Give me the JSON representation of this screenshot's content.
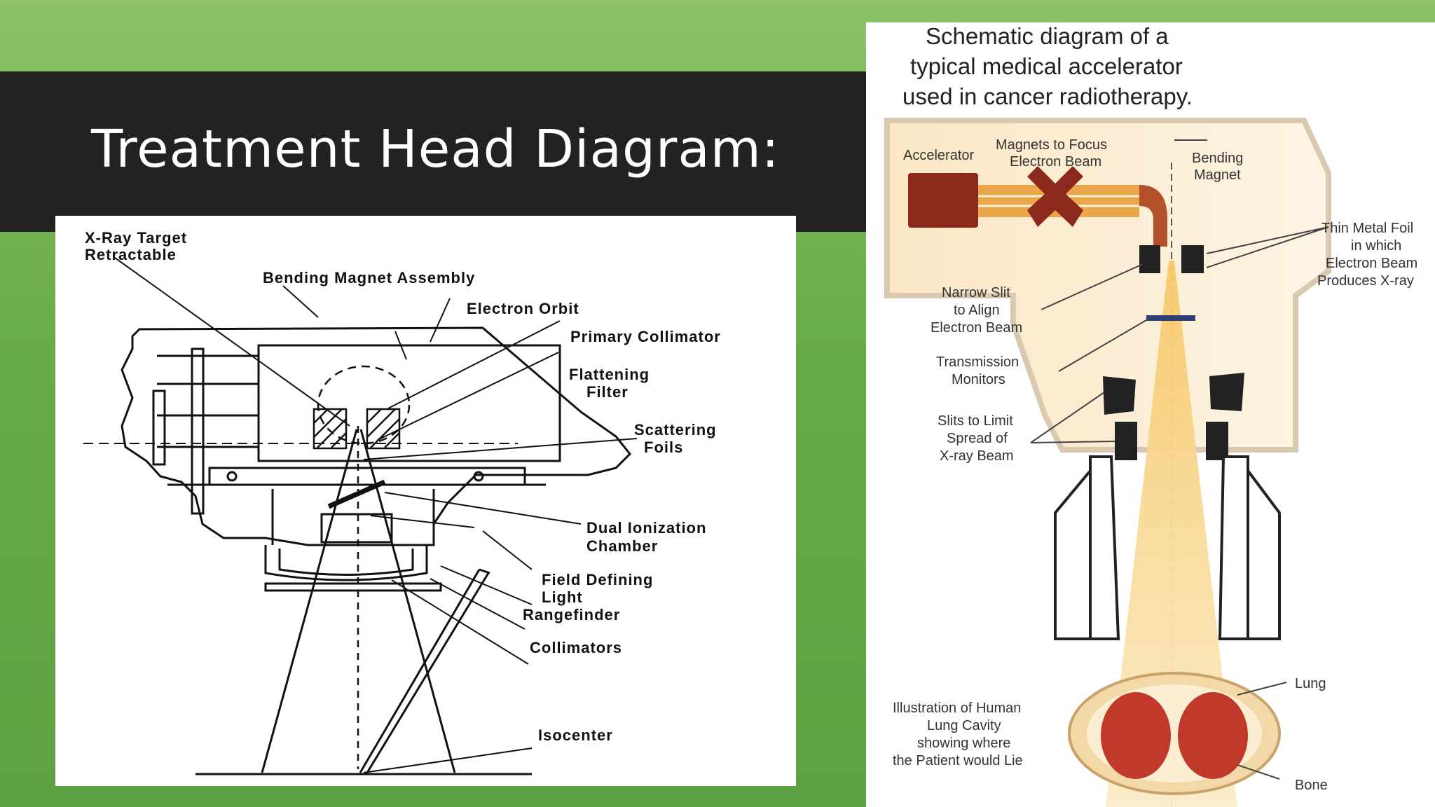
{
  "slide": {
    "title": "Treatment Head Diagram:"
  },
  "left_diagram": {
    "labels": {
      "xray_target_1": "X-Ray Target",
      "xray_target_2": "Retractable",
      "bending_magnet": "Bending Magnet Assembly",
      "electron_orbit": "Electron Orbit",
      "primary_collimator": "Primary Collimator",
      "flattening_1": "Flattening",
      "flattening_2": "Filter",
      "scattering_1": "Scattering",
      "scattering_2": "Foils",
      "dual_ion_1": "Dual Ionization",
      "dual_ion_2": "Chamber",
      "field_1": "Field Defining",
      "field_2": "Light",
      "field_3": "Rangefinder",
      "collimators": "Collimators",
      "isocenter": "Isocenter"
    }
  },
  "right_diagram": {
    "title_lines": [
      "Schematic diagram of a",
      "typical medical accelerator",
      "used in cancer radiotherapy."
    ],
    "labels": {
      "accelerator": "Accelerator",
      "magnets_1": "Magnets to Focus",
      "magnets_2": "Electron Beam",
      "bending_1": "Bending",
      "bending_2": "Magnet",
      "foil_1": "Thin Metal Foil",
      "foil_2": "in which",
      "foil_3": "Electron Beam",
      "foil_4": "Produces X-ray",
      "slit_1": "Narrow Slit",
      "slit_2": "to Align",
      "slit_3": "Electron Beam",
      "trans_1": "Transmission",
      "trans_2": "Monitors",
      "slits_1": "Slits to Limit",
      "slits_2": "Spread of",
      "slits_3": "X-ray Beam",
      "lung": "Lung",
      "bone": "Bone",
      "illus_1": "Illustration of Human",
      "illus_2": "Lung Cavity",
      "illus_3": "showing where",
      "illus_4": "the Patient would Lie"
    }
  },
  "colors": {
    "background_green": "#6aab4a",
    "title_bar": "#222222",
    "beam_yellow": "#f7d68a",
    "magnet_red": "#8b2a1c",
    "lung_red": "#c0392b"
  }
}
